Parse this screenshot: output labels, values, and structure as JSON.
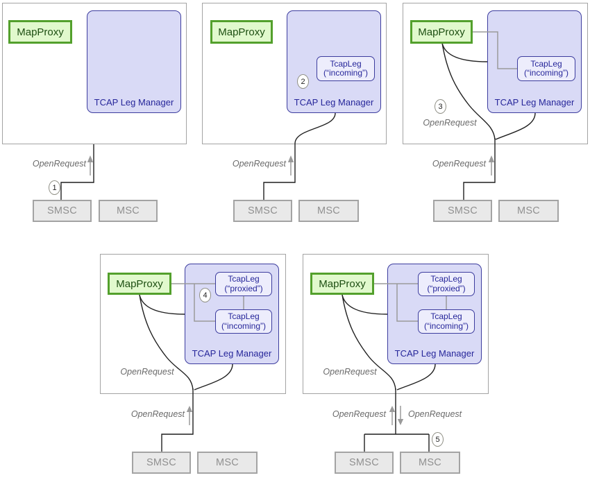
{
  "labels": {
    "mapproxy": "MapProxy",
    "tcap_leg_manager": "TCAP Leg Manager",
    "tcapleg": "TcapLeg",
    "incoming": "(“incoming”)",
    "proxied": "(“proxied”)",
    "smsc": "SMSC",
    "msc": "MSC",
    "open_request": "OpenRequest"
  },
  "steps": [
    "1",
    "2",
    "3",
    "4",
    "5"
  ],
  "colors": {
    "panel_border": "#a3a3a3",
    "mapproxy_fill": "#e1f9cd",
    "mapproxy_border": "#53a02c",
    "mapproxy_text": "#1d4e12",
    "manager_fill": "#d9daf6",
    "manager_border": "#3c3c9e",
    "manager_text": "#26269a",
    "tcapleg_fill": "#ededfc",
    "node_fill": "#e9e9e9",
    "node_border": "#a3a3a3",
    "node_text": "#909090",
    "flow_line": "#1f1f1f",
    "connector_line": "#9a9a9a",
    "open_request_text": "#6a6a6a"
  }
}
